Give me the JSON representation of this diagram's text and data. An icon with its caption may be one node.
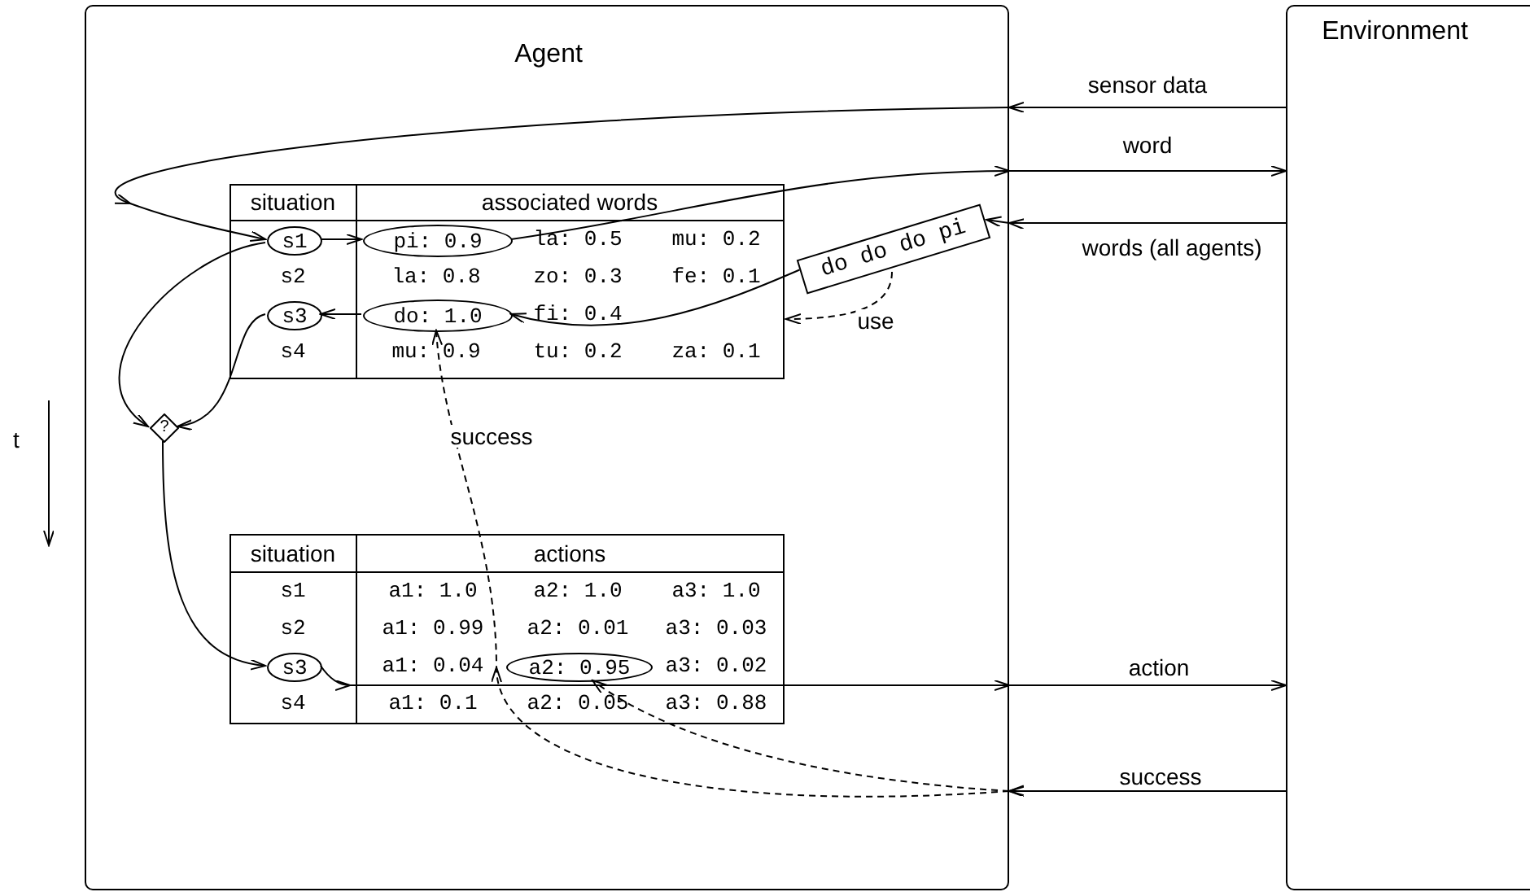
{
  "diagram": {
    "nodes": [
      {
        "text": [
          "Agent"
        ]
      },
      {
        "text": [
          "Environment"
        ]
      },
      {
        "text": [
          "s1"
        ],
        "in": 0
      },
      {
        "text": [
          "pi: 0.9"
        ],
        "in": 0
      },
      {
        "text": [
          "s3"
        ],
        "in": 0
      },
      {
        "text": [
          "do: 1.0"
        ],
        "in": 0
      },
      {
        "text": [
          "do do do pi"
        ],
        "in": 0
      },
      {
        "text": [
          "?"
        ],
        "in": 0
      },
      {
        "text": [
          "s3"
        ],
        "in": 0
      },
      {
        "text": [
          "a2: 0.95"
        ],
        "in": 0
      }
    ],
    "edges": [
      {
        "from": 1,
        "to": 2,
        "arrow": "to",
        "label": "sensor data"
      },
      {
        "from": 3,
        "to": 1,
        "arrow": "to",
        "label": "word"
      },
      {
        "from": 2,
        "to": 3,
        "arrow": "to"
      },
      {
        "from": 1,
        "to": 6,
        "arrow": "to",
        "label": "words (all agents)"
      },
      {
        "from": 6,
        "to": 5,
        "arrow": "to"
      },
      {
        "from": 6,
        "to": null,
        "arrow": "to",
        "label": "use",
        "style": "dashed"
      },
      {
        "from": 5,
        "to": 4,
        "arrow": "to"
      },
      {
        "from": 2,
        "to": 7,
        "arrow": "to"
      },
      {
        "from": 4,
        "to": 7,
        "arrow": "to"
      },
      {
        "from": 7,
        "to": 8,
        "arrow": "to"
      },
      {
        "from": 8,
        "to": 1,
        "arrow": "to",
        "label": "action"
      },
      {
        "from": 1,
        "to": 9,
        "arrow": "to",
        "label": "success",
        "style": "dashed"
      },
      {
        "from": 1,
        "to": 5,
        "arrow": "to",
        "label": "success",
        "style": "dashed"
      }
    ],
    "labels": [
      "t",
      "situation",
      "associated words",
      "la: 0.5",
      "mu: 0.2",
      "s2",
      "la: 0.8",
      "zo: 0.3",
      "fe: 0.1",
      "fi: 0.4",
      "s4",
      "mu: 0.9",
      "tu: 0.2",
      "za: 0.1",
      "situation",
      "actions",
      "s1",
      "a1: 1.0",
      "a2: 1.0",
      "a3: 1.0",
      "s2",
      "a1: 0.99",
      "a2: 0.01",
      "a3: 0.03",
      "a1: 0.04",
      "a3: 0.02",
      "s4",
      "a1: 0.1",
      "a2: 0.05",
      "a3: 0.88"
    ]
  }
}
